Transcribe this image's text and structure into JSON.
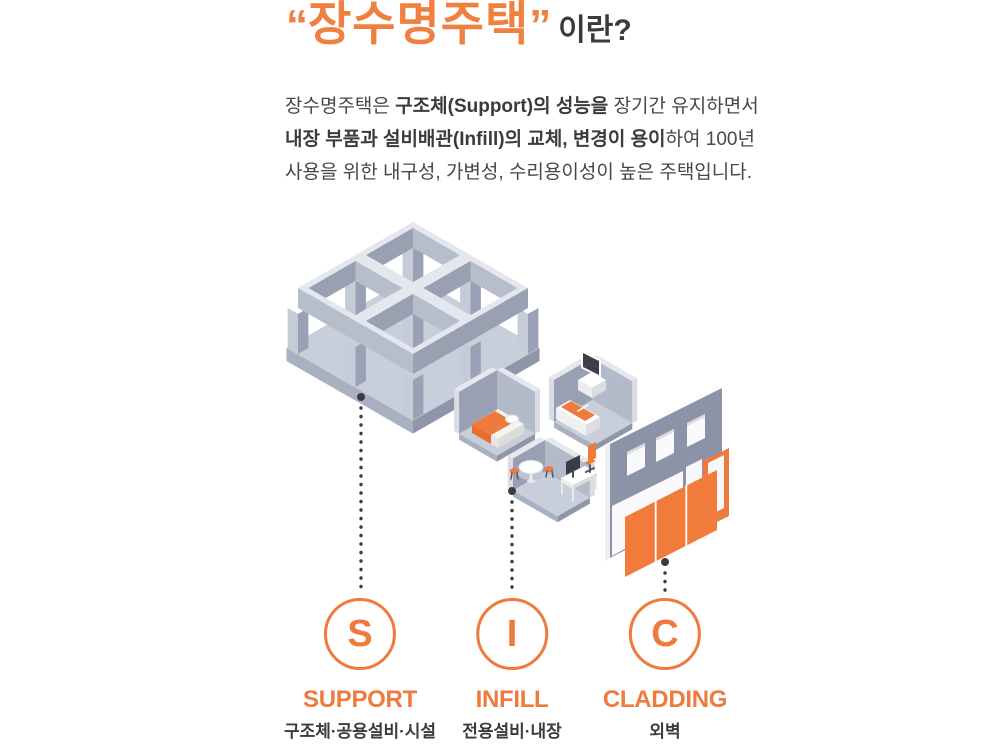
{
  "title": {
    "quote_open": "“",
    "main": "장수명주택",
    "quote_close": "”",
    "suffix": "이란?"
  },
  "intro": {
    "l1a": "장수명주택은 ",
    "l1b": "구조체(Support)의 성능을",
    "l1c": " 장기간 유지하면서",
    "l2a": "내장 부품과 설비배관(Infill)의 교체, 변경이 용이",
    "l2b": "하여 100년",
    "l3": "사용을 위한 내구성, 가변성, 수리용이성이 높은 주택입니다."
  },
  "legend": {
    "items": [
      {
        "letter": "S",
        "name": "SUPPORT",
        "desc": "구조체·공용설비·시설"
      },
      {
        "letter": "I",
        "name": "INFILL",
        "desc": "전용설비·내장"
      },
      {
        "letter": "C",
        "name": "CLADDING",
        "desc": "외벽"
      }
    ]
  },
  "palette": {
    "accent": "#EE7B3D",
    "accent_bright": "#F07B3B",
    "accent_deep": "#E86F30",
    "title_orange": "#F0803F",
    "text_dark": "#3B3B3E",
    "text_body": "#47474A",
    "frame_top": "#E4E7EE",
    "frame_face_light": "#C5CBD7",
    "frame_face_dark": "#9AA1B4",
    "frame_inner_light": "#B6BDCB",
    "frame_inner_dark": "#98A0B2",
    "floor": "#C9CFDA",
    "slab_left": "#A9B0C1",
    "slab_right": "#9096AA",
    "room_wall_dark": "#99A0B3",
    "room_wall_light": "#B3BAC9",
    "room_wall_top": "#E6E8EE",
    "room_outer_light": "#D9DCE4",
    "cladding_wall": "#8C93A6",
    "panel_white": "#FAFAFC",
    "dot": "#3C3C40"
  }
}
